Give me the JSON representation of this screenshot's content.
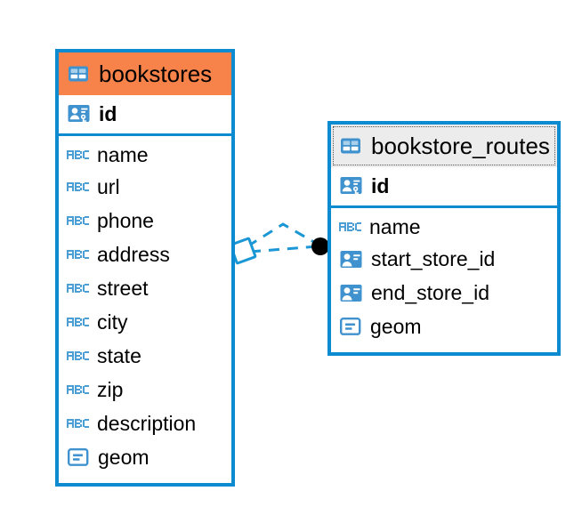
{
  "diagram": {
    "type": "er-diagram",
    "background": "#ffffff",
    "colors": {
      "border": "#0d8bd0",
      "header_highlight": "#f8834a",
      "header_selected": "#ececec",
      "icon_blue": "#3f92ce",
      "text_icon_blue": "#4b9fd5",
      "endpoint_fill": "#000000",
      "text": "#000000"
    }
  },
  "tables": [
    {
      "name": "bookstores",
      "header_style": "highlight",
      "icon": "table-icon",
      "fields": [
        {
          "name": "id",
          "type_icon": "primary-key-icon",
          "key": "primary"
        },
        {
          "name": "name",
          "type_icon": "abc-text-icon",
          "key": "none"
        },
        {
          "name": "url",
          "type_icon": "abc-text-icon",
          "key": "none"
        },
        {
          "name": "phone",
          "type_icon": "abc-text-icon",
          "key": "none"
        },
        {
          "name": "address",
          "type_icon": "abc-text-icon",
          "key": "none"
        },
        {
          "name": "street",
          "type_icon": "abc-text-icon",
          "key": "none"
        },
        {
          "name": "city",
          "type_icon": "abc-text-icon",
          "key": "none"
        },
        {
          "name": "state",
          "type_icon": "abc-text-icon",
          "key": "none"
        },
        {
          "name": "zip",
          "type_icon": "abc-text-icon",
          "key": "none"
        },
        {
          "name": "description",
          "type_icon": "abc-text-icon",
          "key": "none"
        },
        {
          "name": "geom",
          "type_icon": "geometry-icon",
          "key": "none"
        }
      ]
    },
    {
      "name": "bookstore_routes",
      "header_style": "selected",
      "icon": "table-icon",
      "fields": [
        {
          "name": "id",
          "type_icon": "primary-key-icon",
          "key": "primary"
        },
        {
          "name": "name",
          "type_icon": "abc-text-icon",
          "key": "none"
        },
        {
          "name": "start_store_id",
          "type_icon": "foreign-key-icon",
          "key": "foreign"
        },
        {
          "name": "end_store_id",
          "type_icon": "foreign-key-icon",
          "key": "foreign"
        },
        {
          "name": "geom",
          "type_icon": "geometry-icon",
          "key": "none"
        }
      ]
    }
  ],
  "relationship": {
    "style": "dashed",
    "source_marker": "diamond-outline",
    "target_marker": "filled-circle",
    "color": "#1a97d4"
  }
}
